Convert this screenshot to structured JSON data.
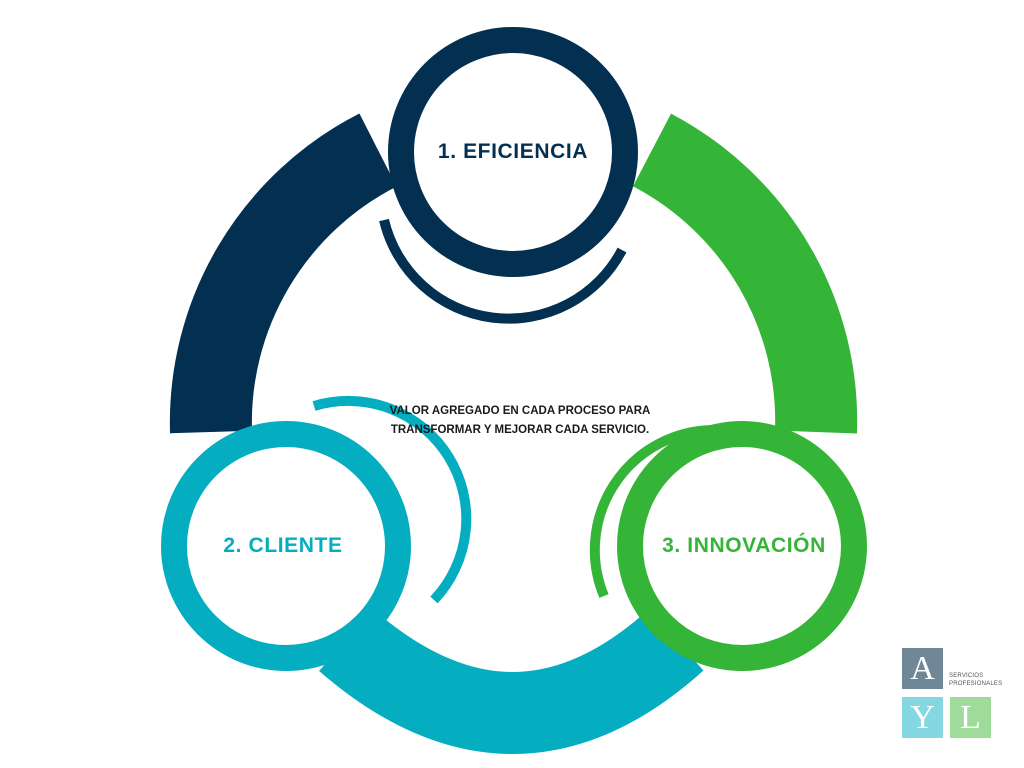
{
  "colors": {
    "eficiencia": "#033050",
    "cliente": "#05adc1",
    "innovacion": "#35b537"
  },
  "nodes": {
    "eficiencia": "1. EFICIENCIA",
    "cliente": "2. CLIENTE",
    "innovacion": "3. INNOVACIÓN"
  },
  "center": {
    "line1": "VALOR AGREGADO EN CADA PROCESO PARA",
    "line2": "TRANSFORMAR Y MEJORAR CADA SERVICIO."
  },
  "logo": {
    "letters": [
      "A",
      "Y",
      "L"
    ],
    "tagline1": "SERVICIOS",
    "tagline2": "PROFESIONALES"
  }
}
